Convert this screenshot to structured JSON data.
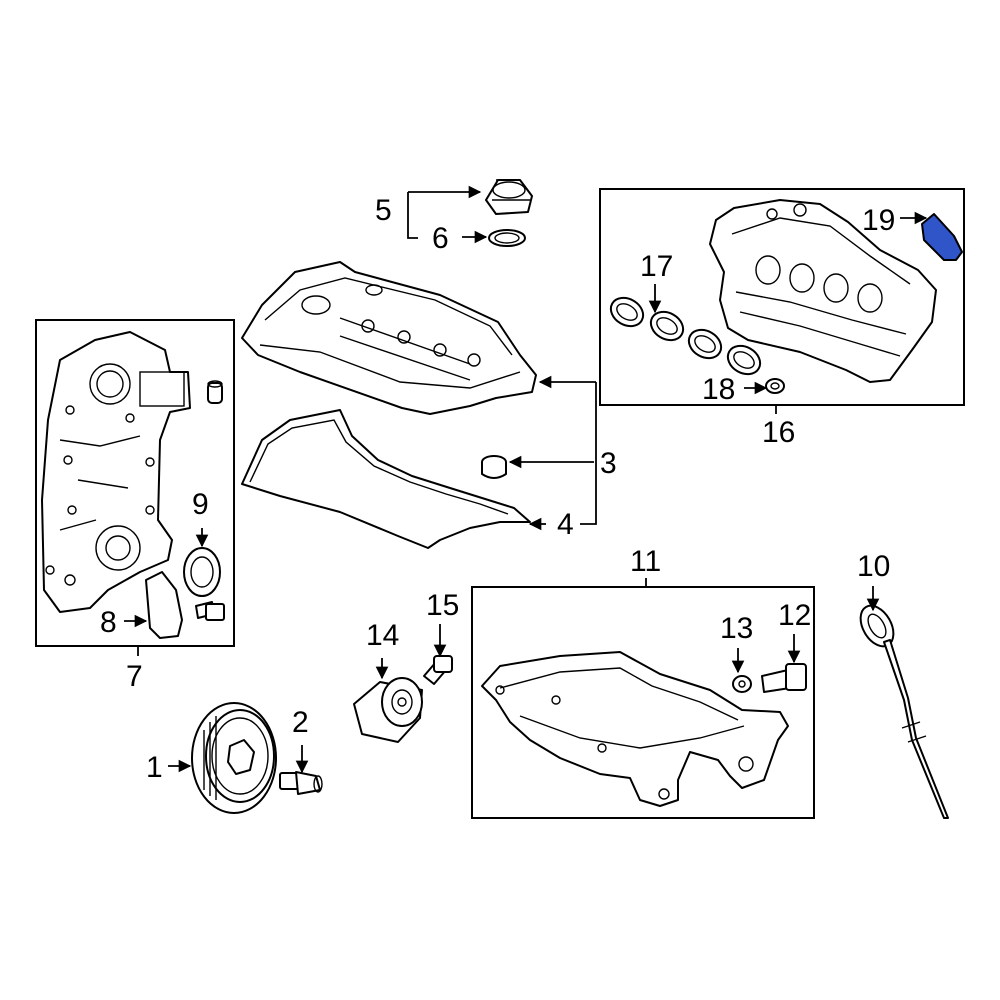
{
  "callouts": {
    "p1": "1",
    "p2": "2",
    "p3": "3",
    "p4": "4",
    "p5": "5",
    "p6": "6",
    "p7": "7",
    "p8": "8",
    "p9": "9",
    "p10": "10",
    "p11": "11",
    "p12": "12",
    "p13": "13",
    "p14": "14",
    "p15": "15",
    "p16": "16",
    "p17": "17",
    "p18": "18",
    "p19": "19"
  },
  "colors": {
    "highlight": "#2f55c9",
    "line": "#000000",
    "background": "#ffffff"
  }
}
